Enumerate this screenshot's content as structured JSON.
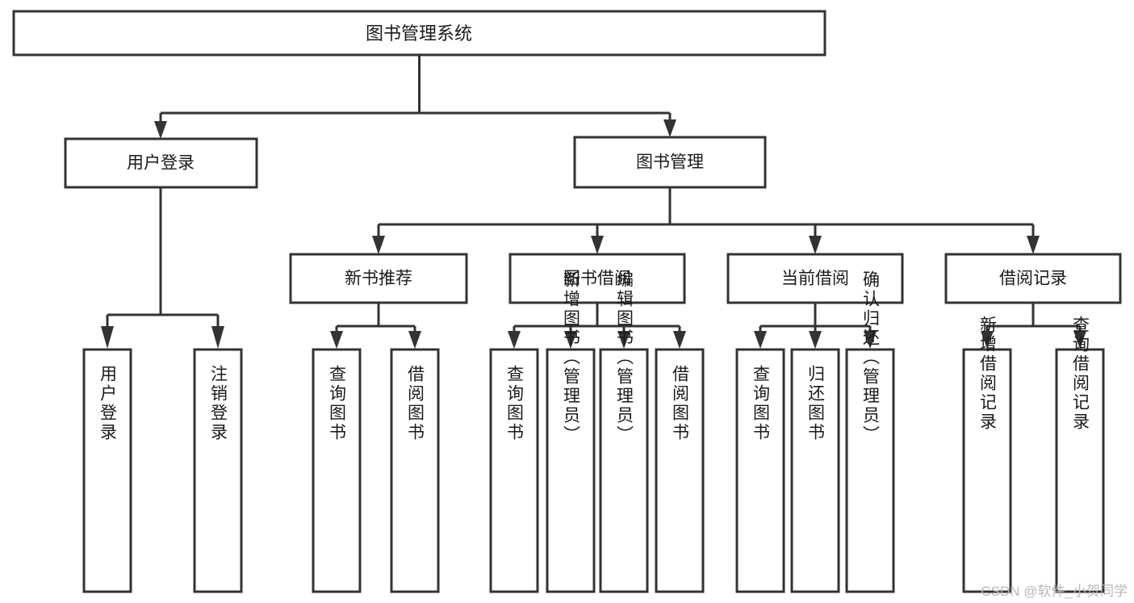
{
  "diagram": {
    "title": "图书管理系统",
    "type": "tree-hierarchy",
    "root": {
      "label": "图书管理系统"
    },
    "level1": [
      {
        "label": "用户登录"
      },
      {
        "label": "图书管理"
      }
    ],
    "level2": [
      {
        "label": "新书推荐",
        "parent": "图书管理"
      },
      {
        "label": "图书借阅",
        "parent": "图书管理"
      },
      {
        "label": "当前借阅",
        "parent": "图书管理"
      },
      {
        "label": "借阅记录",
        "parent": "图书管理"
      }
    ],
    "leaves": {
      "用户登录": [
        {
          "label": "用户登录"
        },
        {
          "label": "注销登录"
        }
      ],
      "新书推荐": [
        {
          "label": "查询图书"
        },
        {
          "label": "借阅图书"
        }
      ],
      "图书借阅": [
        {
          "label": "查询图书"
        },
        {
          "label": "新增图书（管理员）"
        },
        {
          "label": "编辑图书（管理员）"
        },
        {
          "label": "借阅图书"
        }
      ],
      "当前借阅": [
        {
          "label": "查询图书"
        },
        {
          "label": "归还图书"
        },
        {
          "label": "确认归还（管理员）"
        }
      ],
      "借阅记录": [
        {
          "label": "新增借阅记录"
        },
        {
          "label": "查询借阅记录"
        }
      ]
    }
  },
  "colors": {
    "stroke": "#333333",
    "fill": "#ffffff",
    "text": "#1a1a1a",
    "watermark": "#b8b8b8"
  },
  "watermark": {
    "text": "CSDN @软件_小贺同学"
  }
}
